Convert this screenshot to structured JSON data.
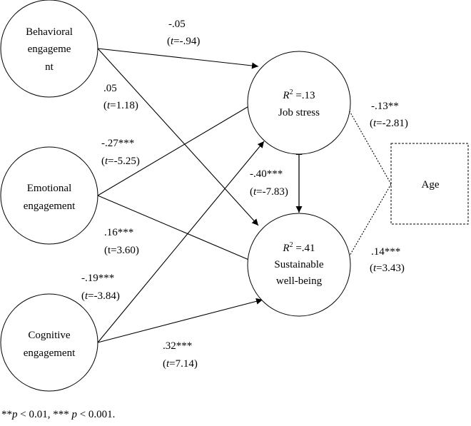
{
  "nodes": {
    "behavioral": {
      "line1": "Behavioral",
      "line2": "engageme",
      "line3": "nt"
    },
    "emotional": {
      "line1": "Emotional",
      "line2": "engagement"
    },
    "cognitive": {
      "line1": "Cognitive",
      "line2": "engagement"
    },
    "job_stress": {
      "r2_label": "R",
      "r2_sup": "2",
      "r2_value": " =.13",
      "label": "Job stress"
    },
    "wellbeing": {
      "r2_label": "R",
      "r2_sup": "2",
      "r2_value": " =.41",
      "line1": "Sustainable",
      "line2": "well-being"
    },
    "age": {
      "label": "Age"
    }
  },
  "paths": {
    "beh_js": {
      "coef": "-.05",
      "t_prefix": "(",
      "t_italic": "t",
      "t_value": "=-.94)"
    },
    "beh_wb": {
      "coef": ".05",
      "t_prefix": "(",
      "t_italic": "t",
      "t_value": "=1.18)"
    },
    "emo_js": {
      "coef": "-.27***",
      "t_prefix": "(",
      "t_italic": "t",
      "t_value": "=-5.25)"
    },
    "emo_wb": {
      "coef": ".16***",
      "t_plain": "(t=3.60)"
    },
    "cog_js": {
      "coef": "-.19***",
      "t_prefix": "(",
      "t_italic": "t",
      "t_value": "=-3.84)"
    },
    "cog_wb": {
      "coef": ".32***",
      "t_prefix": "(",
      "t_italic": "t",
      "t_value": "=7.14)"
    },
    "js_wb": {
      "coef": "-.40***",
      "t_prefix": "(",
      "t_italic": "t",
      "t_value": "=-7.83)"
    },
    "age_js": {
      "coef": "-.13**",
      "t_prefix": "(",
      "t_italic": "t",
      "t_value": "=-2.81)"
    },
    "age_wb": {
      "coef": ".14***",
      "t_prefix": "(",
      "t_italic": "t",
      "t_value": "=3.43)"
    }
  },
  "footnote": {
    "part1": "**",
    "p1": "p",
    "part2": " < 0.01, *** ",
    "p2": "p",
    "part3": " < 0.001."
  }
}
